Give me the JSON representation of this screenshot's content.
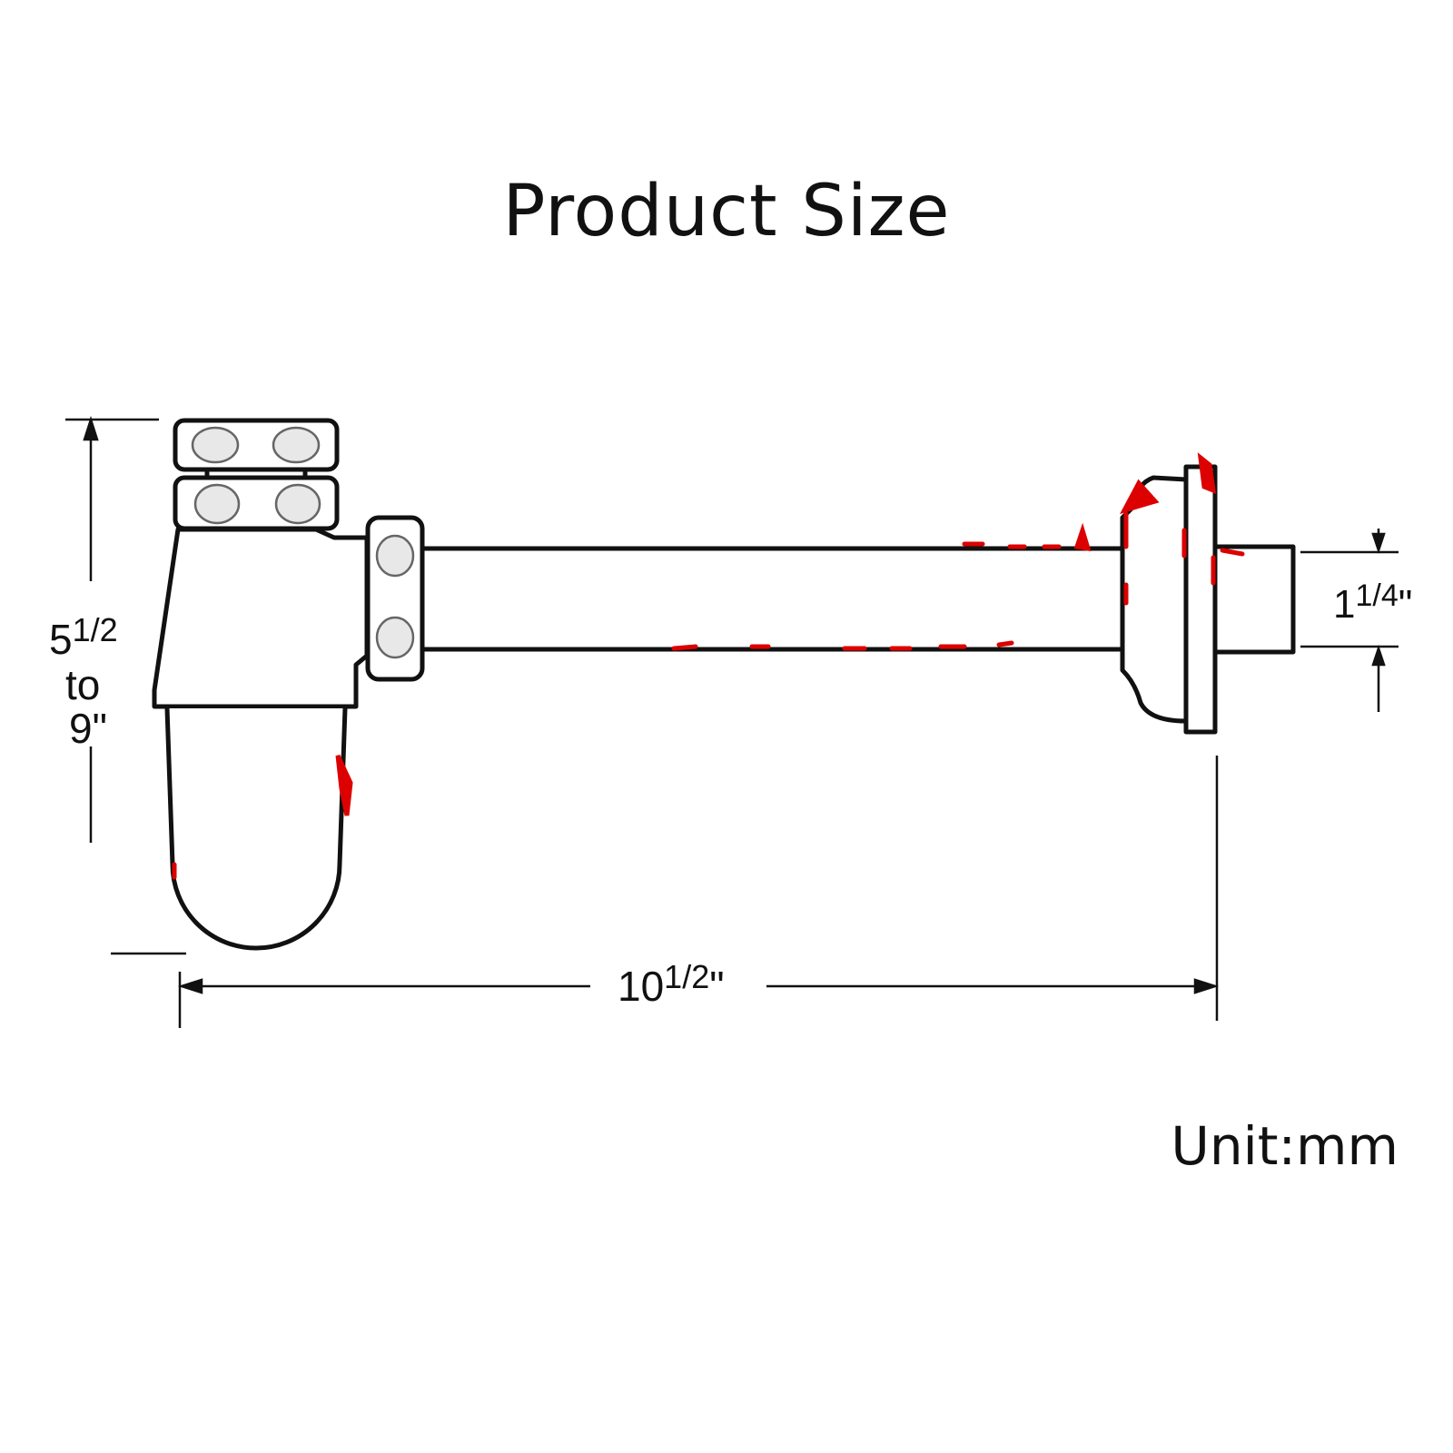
{
  "title": "Product Size",
  "unit_label": "Unit:mm",
  "dimensions": {
    "height": {
      "whole": "5",
      "fraction": "1/2",
      "connector": "to",
      "max": "9\""
    },
    "length": {
      "whole": "10",
      "fraction": "1/2",
      "suffix": "\""
    },
    "diameter": {
      "whole": "1",
      "fraction": "1/4",
      "suffix": "\""
    }
  },
  "colors": {
    "outline": "#111111",
    "markup": "#dd0000",
    "nut_fill": "#e8e8e8"
  }
}
